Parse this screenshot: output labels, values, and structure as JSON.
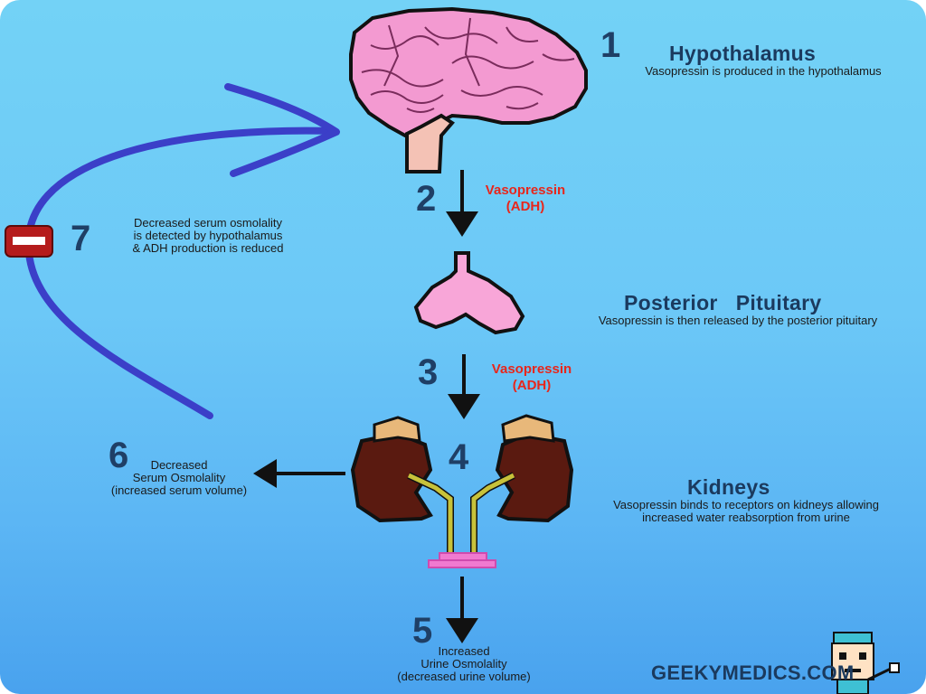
{
  "steps": [
    {
      "number": "1",
      "title": "Hypothalamus",
      "description": "Vasopressin is produced in the hypothalamus"
    },
    {
      "number": "2",
      "label": "Vasopressin\n(ADH)"
    },
    {
      "number": "",
      "title": "Posterior   Pituitary",
      "description": "Vasopressin is then released by the posterior pituitary"
    },
    {
      "number": "3",
      "label": "Vasopressin\n(ADH)"
    },
    {
      "number": "4",
      "title": "Kidneys",
      "description": "Vasopressin binds to receptors on kidneys allowing\nincreased water reabsorption from urine"
    },
    {
      "number": "5",
      "description": "Increased\nUrine Osmolality\n(decreased urine volume)"
    },
    {
      "number": "6",
      "description": "Decreased\nSerum Osmolality\n(increased serum volume)"
    },
    {
      "number": "7",
      "description": "Decreased serum osmolality\nis detected by hypothalamus\n& ADH production is reduced"
    }
  ],
  "brand": "GEEKYMEDICS.COM",
  "colors": {
    "background": "#6cc8f7",
    "brain": "#f39ad1",
    "pituitary": "#f8a6d8",
    "kidney": "#5a1a10",
    "adrenal": "#e8b87a",
    "ureter": "#c8c23a",
    "bladder": "#f07ad0",
    "feedback_arrow": "#3b3fc8",
    "hormone_label": "#e8261b",
    "heading": "#1b3a5e"
  },
  "icons": [
    "brain-icon",
    "pituitary-icon",
    "kidneys-icon",
    "minus-sign-icon",
    "mascot-icon"
  ]
}
